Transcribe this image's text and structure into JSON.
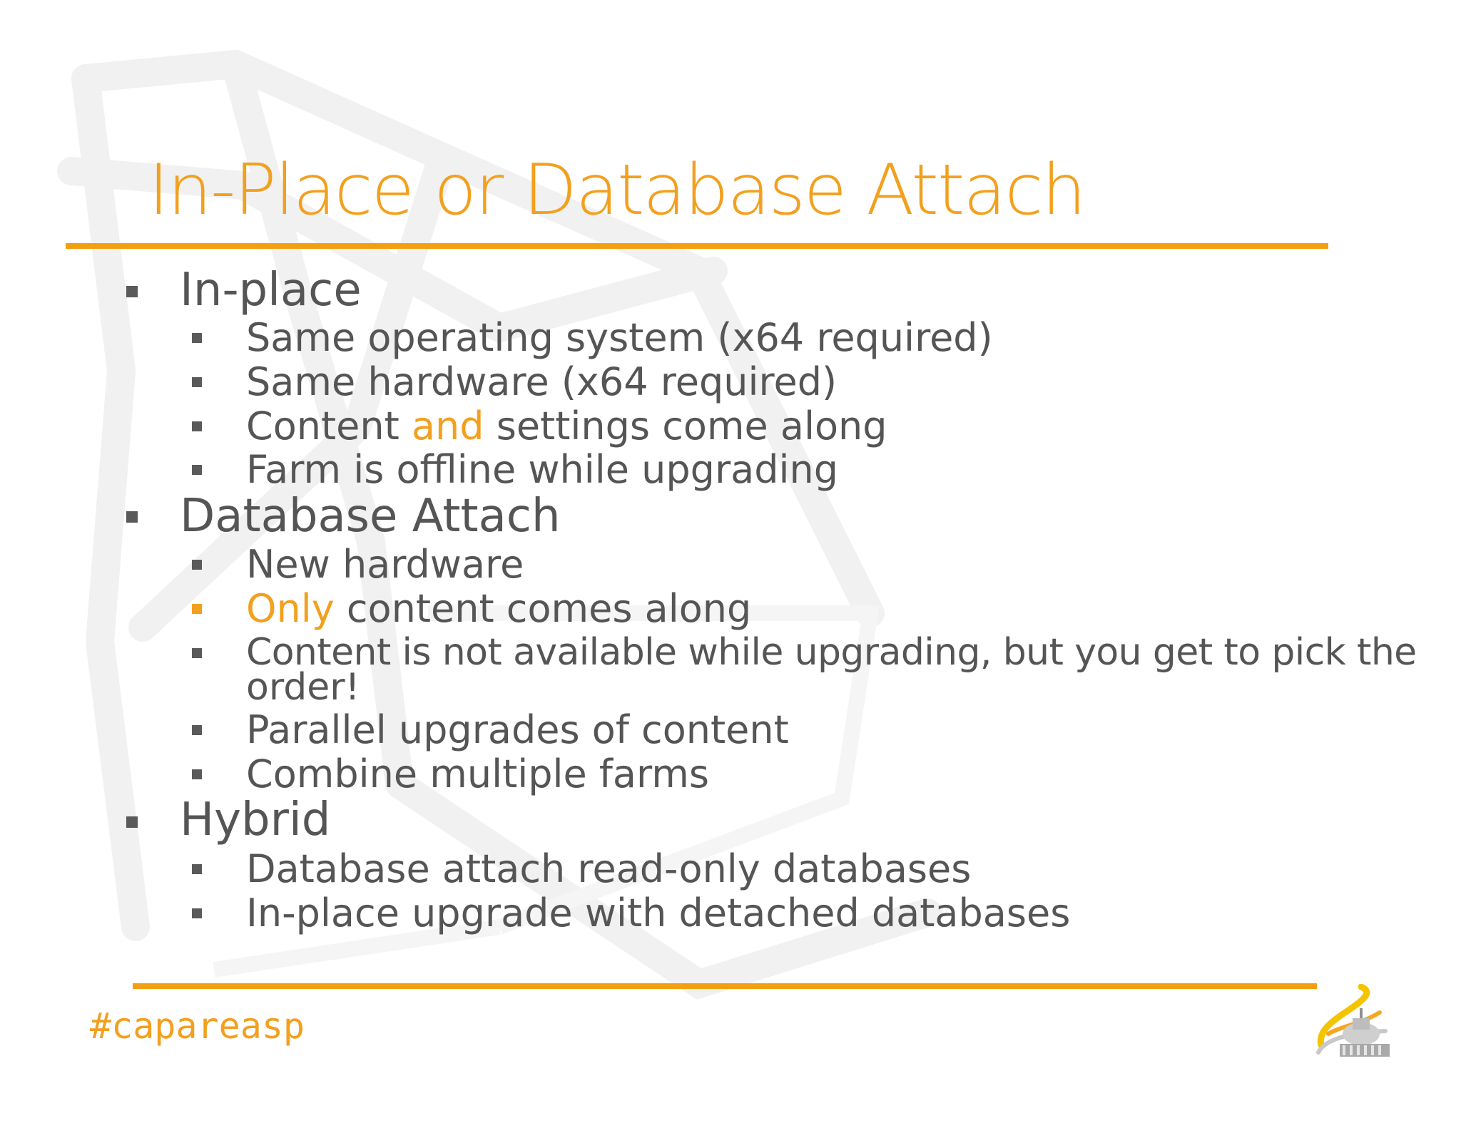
{
  "slide": {
    "title": "In-Place or Database Attach",
    "hashtag": "#capareasp",
    "accent_color": "#f2a01e",
    "text_color": "#555555"
  },
  "sections": [
    {
      "heading": "In-place",
      "items": [
        "Same operating system (x64 required)",
        "Same hardware (x64 required)",
        {
          "pre": "Content ",
          "highlight": "and",
          "post": " settings come along"
        },
        "Farm is offline while upgrading"
      ]
    },
    {
      "heading": "Database Attach",
      "items": [
        "New hardware",
        {
          "pre": "",
          "highlight": "Only",
          "post": " content comes along"
        },
        {
          "line1": "Content is not available while upgrading, but you get to pick the",
          "line2": "order!"
        },
        "Parallel upgrades of content",
        "Combine multiple farms"
      ]
    },
    {
      "heading": "Hybrid",
      "items": [
        "Database attach read-only databases",
        "In-place upgrade with detached databases"
      ]
    }
  ],
  "logo": {
    "icon": "capitol-sharepoint-logo-icon"
  }
}
